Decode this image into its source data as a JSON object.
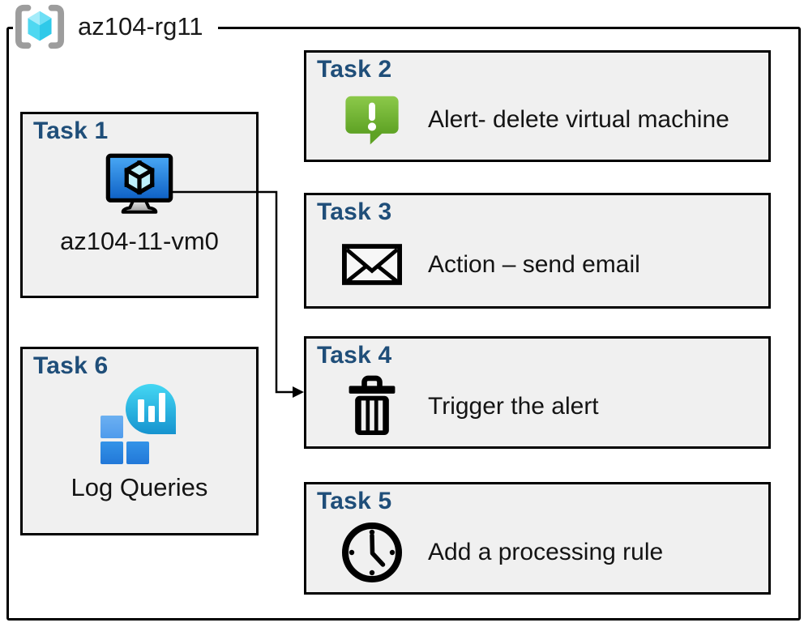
{
  "resource_group": {
    "label": "az104-rg11",
    "icon": "resource-group-icon"
  },
  "tasks": [
    {
      "title": "Task 1",
      "label": "az104-11-vm0",
      "icon": "virtual-machine-icon"
    },
    {
      "title": "Task 2",
      "label": "Alert- delete virtual machine",
      "icon": "alert-message-icon"
    },
    {
      "title": "Task 3",
      "label": "Action – send email",
      "icon": "email-envelope-icon"
    },
    {
      "title": "Task 4",
      "label": "Trigger the alert",
      "icon": "trash-icon"
    },
    {
      "title": "Task 5",
      "label": "Add a processing rule",
      "icon": "clock-icon"
    },
    {
      "title": "Task 6",
      "label": "Log Queries",
      "icon": "log-analytics-icon"
    }
  ],
  "connector": {
    "from": "Task 1 virtual machine",
    "to": "Task 4"
  },
  "colors": {
    "task_title": "#1f4e79",
    "box_fill": "#f0f0f0",
    "border": "#000000",
    "alert_green_top": "#86c643",
    "alert_green_bottom": "#5ea224",
    "vm_blue_top": "#4aa9f5",
    "vm_blue_bottom": "#0d5fc4",
    "cube_cyan": "#4fd8f1",
    "log_cyan_top": "#44d7f3",
    "log_blue_bottom": "#1693cf",
    "log_square_light": "#5ba4ef",
    "log_square_dark": "#2c86e2",
    "bracket_gray": "#9d9d9d"
  }
}
